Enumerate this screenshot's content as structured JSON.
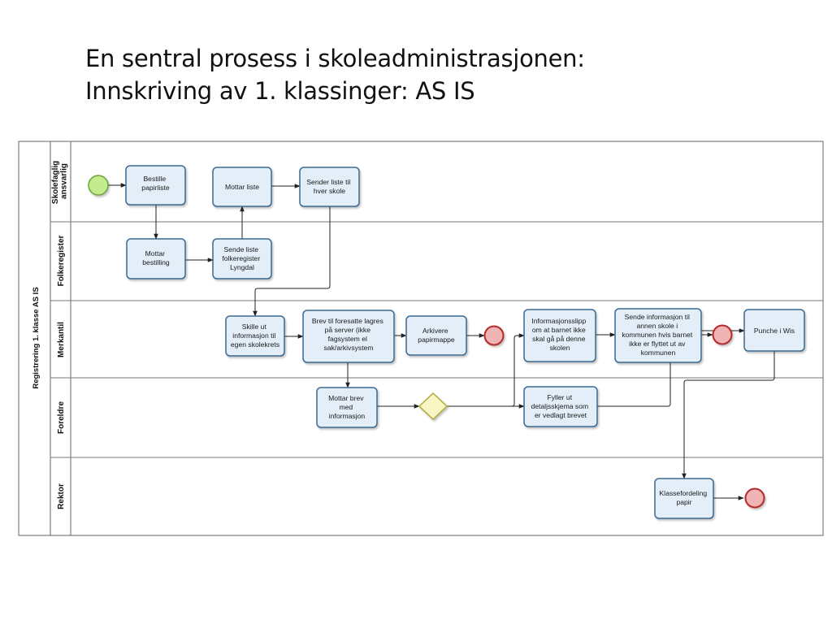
{
  "slide": {
    "title_line1": "En sentral prosess i skoleadministrasjonen:",
    "title_line2": "Innskriving av 1. klassinger: AS IS"
  },
  "diagram": {
    "pool_label": "Registrering 1. klasse AS IS",
    "lanes": {
      "skolefaglig": [
        "Skolefaglig",
        "ansvarlig"
      ],
      "folkeregister": "Folkeregister",
      "merkantil": "Merkantil",
      "foreldre": "Foreldre",
      "rektor": "Rektor"
    },
    "tasks": {
      "bestille_papirliste": [
        "Bestille",
        "papirliste"
      ],
      "mottar_liste": [
        "Mottar liste"
      ],
      "sender_liste": [
        "Sender liste til",
        "hver skole"
      ],
      "mottar_bestilling": [
        "Mottar",
        "bestilling"
      ],
      "sende_liste_folkeregister": [
        "Sende liste",
        "folkeregister",
        "Lyngdal"
      ],
      "skille_ut": [
        "Skille ut",
        "informasjon til",
        "egen skolekrets"
      ],
      "brev_foresatte": [
        "Brev til foresatte lagres",
        "på server (ikke",
        "fagsystem el",
        "sak/arkivsystem"
      ],
      "arkivere": [
        "Arkivere",
        "papirmappe"
      ],
      "informasjonsslipp": [
        "Informasjonsslipp",
        "om at barnet ikke",
        "skal gå på denne",
        "skolen"
      ],
      "sende_informasjon": [
        "Sende informasjon til",
        "annen skole i",
        "kommunen hvis barnet",
        "ikke er flyttet ut av",
        "kommunen"
      ],
      "punche_wis": [
        "Punche i Wis"
      ],
      "mottar_brev": [
        "Mottar brev",
        "med",
        "informasjon"
      ],
      "fyller_ut": [
        "Fyller ut",
        "detaljsskjema som",
        "er vedlagt brevet"
      ],
      "klassefordeling": [
        "Klassefordeling",
        "papir"
      ]
    },
    "colors": {
      "task_fill": "#e3eef8",
      "task_stroke": "#3b6a93",
      "start_fill": "#c4ec8e",
      "start_stroke": "#6aa53a",
      "end_fill": "#f0b4b4",
      "end_stroke": "#b52a2a",
      "gateway_fill": "#f8f5c2",
      "gateway_stroke": "#b0aa3a",
      "line": "#222222"
    }
  }
}
